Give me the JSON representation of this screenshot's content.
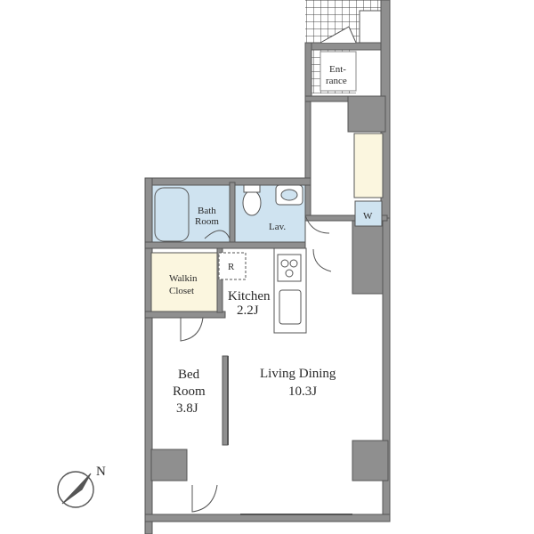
{
  "colors": {
    "wall": "#8f8f8f",
    "wall_line": "#555555",
    "bath_blue": "#cfe3f0",
    "closet_yellow": "#fbf6df",
    "floor": "#ffffff"
  },
  "rooms": {
    "entrance": {
      "label_1": "Ent-",
      "label_2": "rance"
    },
    "bath": {
      "label_1": "Bath",
      "label_2": "Room"
    },
    "lavatory": {
      "label": "Lav."
    },
    "washer": {
      "label": "W"
    },
    "closet": {
      "label_1": "Walkin",
      "label_2": "Closet"
    },
    "refrigerator": {
      "label": "R"
    },
    "kitchen": {
      "label": "Kitchen",
      "size": "2.2J"
    },
    "bedroom": {
      "label_1": "Bed",
      "label_2": "Room",
      "size": "3.8J"
    },
    "living": {
      "label": "Living Dining",
      "size": "10.3J"
    }
  },
  "compass": {
    "label": "N"
  }
}
